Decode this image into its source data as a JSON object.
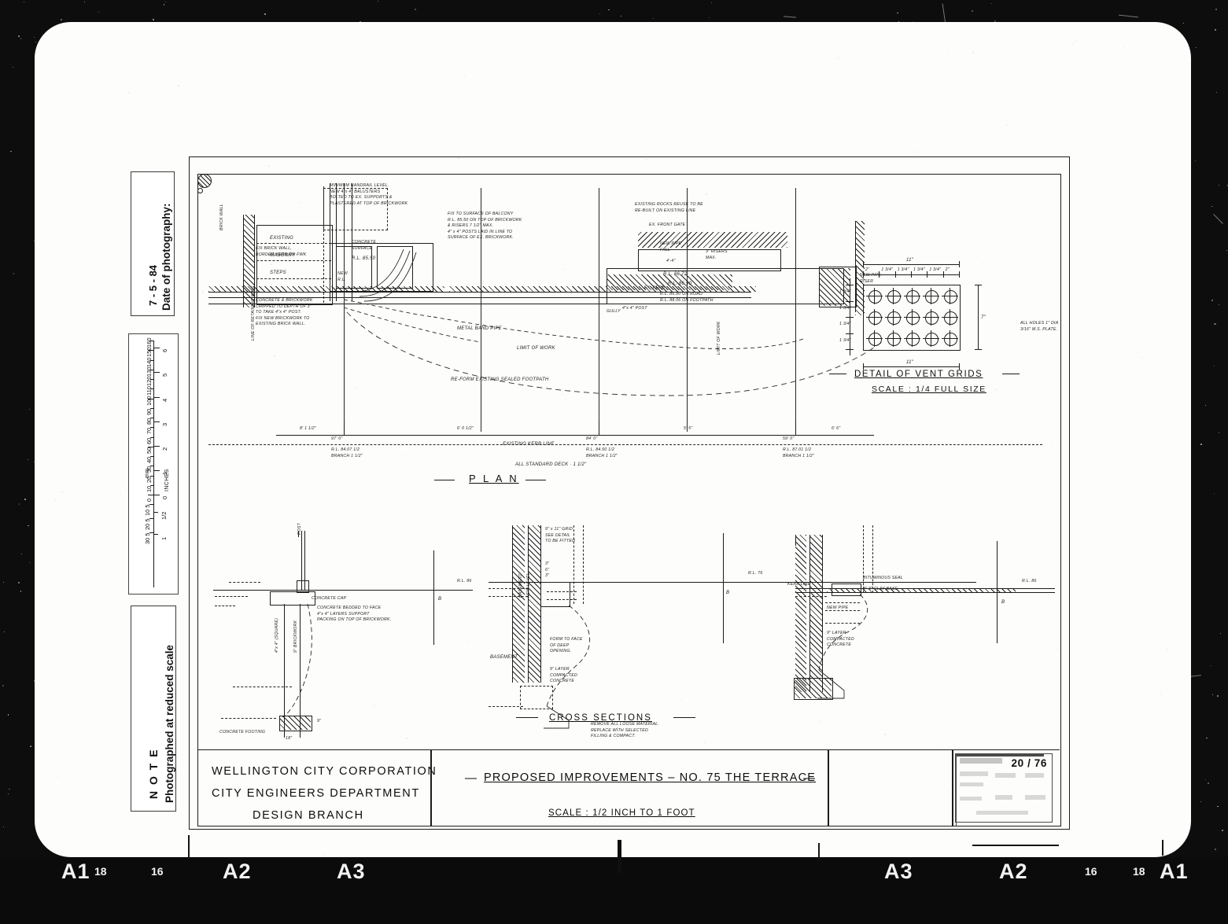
{
  "film": {
    "bottom_edge_labels_left": [
      {
        "text": "A1",
        "kind": "letter"
      },
      {
        "text": "18",
        "kind": "number"
      },
      {
        "text": "16",
        "kind": "number"
      },
      {
        "text": "A2",
        "kind": "letter"
      },
      {
        "text": "A3",
        "kind": "letter"
      }
    ],
    "bottom_edge_labels_right": [
      {
        "text": "A3",
        "kind": "letter"
      },
      {
        "text": "A2",
        "kind": "letter"
      },
      {
        "text": "16",
        "kind": "number"
      },
      {
        "text": "18",
        "kind": "number"
      },
      {
        "text": "A1",
        "kind": "letter"
      }
    ]
  },
  "margin": {
    "photography_date_label": "Date of photography:",
    "photography_date_value": "7 - 5 - 84",
    "note_heading": "N O T E",
    "note_body": "Photographed at reduced scale"
  },
  "ruler": {
    "mm_unit_label": "mm",
    "inch_unit_label": "INCHES",
    "mm_ticks": [
      160,
      150,
      140,
      130,
      120,
      110,
      100,
      90,
      80,
      70,
      60,
      50,
      40,
      30,
      20,
      10,
      0
    ],
    "mm_negative_ticks": [
      "10 5",
      "20 5",
      "30 5"
    ],
    "inch_ticks": [
      6,
      5,
      4,
      3,
      2,
      1,
      0
    ],
    "inch_fraction_tick": "1/2",
    "inch_negative_tick": "1"
  },
  "title_block": {
    "authority_lines": [
      "WELLINGTON   CITY   CORPORATION",
      "CITY  ENGINEERS  DEPARTMENT",
      "DESIGN   BRANCH"
    ],
    "project_title": "PROPOSED   IMPROVEMENTS –  NO. 75   THE   TERRACE",
    "title_prefix_dash": "—",
    "title_suffix_dash": "—",
    "scale_note": "SCALE :  1/2  INCH   TO  1  FOOT",
    "drawing_number": "20 / 76"
  },
  "views": {
    "plan": {
      "caption": "P L A N"
    },
    "cross_sections": {
      "caption": "CROSS    SECTIONS"
    },
    "vent_detail": {
      "caption": "DETAIL   OF   VENT  GRIDS",
      "scale": "SCALE :  1/4  FULL  SIZE",
      "overall_width_dim": "11\"",
      "overall_height_dim": "7\"",
      "top_dims": [
        "2\"",
        "1 3/4\"",
        "1 3/4\"",
        "1 3/4\"",
        "1 3/4\"",
        "2\""
      ],
      "side_dims": [
        "1 3/4\"",
        "1 3/4\"",
        "1 3/4\"",
        "1 3/4\""
      ],
      "hole_note_line1": "ALL HOLES 1\" DIA",
      "hole_note_line2": "3/16\" M.S. PLATE.",
      "hole_rows": 3,
      "hole_cols": 5
    }
  },
  "plan_annotations": {
    "existing_steps": [
      "EXISTING",
      "MASONRY",
      "STEPS"
    ],
    "brick_wall_note": [
      "FIX BRICK WALL,",
      "BORDER KERB ON FWK"
    ],
    "benchmark_note": [
      "CONCRETE & BRICKWORK",
      "CHIPPED TO DEPTH OF 3\"",
      "TO TAKE 4\"x 4\" POST.",
      "FIX NEW BRICKWORK TO",
      "EXISTING BRICK WALL."
    ],
    "handrail_note": [
      "MINIMUM HANDRAIL LEVEL.",
      "NEW 4\"x 4\" BALUSTERS",
      "BOLTED TO EX. SUPPORTS &",
      "PLASTERED AT TOP OF BRICKWORK"
    ],
    "concrete_note": [
      "FIX TO SURFACE OF BALCONY",
      "R.L. 85.50 ON TOP OF BRICKWORK",
      "& RISERS 7 1/2\" MAX.",
      "4\" x 4\" POSTS LAID IN LINE TO",
      "SURFACE OF EX. BRICKWORK."
    ],
    "metal_pipe": [
      "METAL   BAND   PIPE"
    ],
    "limit_of_work": "LIMIT   OF   WORK",
    "footpath_note": "RE-FORM    EXISTING    SEALED    FOOTPATH",
    "front_gate": "EX. FRONT GATE",
    "step_note": [
      "REFORM EXISTING",
      "MASONRY STEPS"
    ],
    "rocks_note": [
      "EXISTING ROCKS REUSE TO BE",
      "RE-BUILT ON EXISTING LINE"
    ],
    "gully_note": "GULLY",
    "post_note": "4\"x 4\"  POST",
    "riser_note": [
      "3\" RISERS",
      "MAX."
    ],
    "pipe_note": [
      "NEW PIPE",
      "RISER"
    ],
    "fall_note": [
      "6\" PIPE",
      "NEW PIPE",
      "FALL"
    ],
    "dims_upper": [
      "8' 1 1/2\"",
      "6' 0 1/2\"",
      "5' 5\"",
      "6' 6\""
    ],
    "dims_stations": [
      {
        "pt": "97' 0\"",
        "rl": [
          "R.L. 84.07 1/2",
          "BRANCH 1 1/2\""
        ]
      },
      {
        "pt": "84' 0\"",
        "rl": [
          "R.L. 84.50 1/2",
          "BRANCH 1 1/2\""
        ]
      },
      {
        "pt": "59' 0\"",
        "rl": [
          "R.L. 87.01 1/2",
          "BRANCH 1 1/2\""
        ]
      }
    ],
    "existing_kerb_line": "EXISTING      KERB      LINE",
    "standard_note": "ALL   STANDARD   DECK  · 1 1/2\"",
    "rl_marks": [
      "R.L. 84.07",
      "R.L. 84.50",
      "R.L. 85.50",
      "R.L. 86.72",
      "R.L. 87.46"
    ]
  },
  "section_annotations": {
    "left": {
      "concrete_cap": "CONCRETE  CAP",
      "cap_note": [
        "CONCRETE BEDDED TO FACE",
        "4\"x 4\" LAYERS SUPPORT",
        "PACKING ON TOP OF BRICKWORK."
      ],
      "post_label": "4\"x 4\"  (SQUARE)",
      "brickwork_label": "9\"  BRICKWORK",
      "footing_label": "CONCRETE  FOOTING",
      "footing_dim": "18\"",
      "depth_dim": "9\"",
      "rl_right": "R.L. 86",
      "grade_mark": "B"
    },
    "middle": {
      "grid_note": [
        "9\" x 11\" GRID",
        "SEE DETAIL",
        "TO BE FITTED"
      ],
      "dims": [
        "3\"",
        "6\"",
        "3\""
      ],
      "cap_note": [
        "FORM TO FACE",
        "OF DEEP",
        "OPENING."
      ],
      "concrete_note": [
        "9\"  LAYER",
        "COMPACTED",
        "CONCRETE"
      ],
      "fill_note": [
        "REMOVE ALL LOOSE MATERIAL.",
        "REPLACE WITH SELECTED",
        "FILLING & COMPACT."
      ],
      "basement_label": "BASEMENT",
      "rl_right": "R.L. 76",
      "grade_mark": "B"
    },
    "right": {
      "bituminous_seal": "BITUMINOUS  SEAL",
      "base_note": "3\"  3\"  CLAY  BASE",
      "kerb_line": "KERB  LINE",
      "new_pipe": "NEW PIPE",
      "concrete_note": [
        "9\"  LAYER",
        "COMPACTED",
        "CONCRETE"
      ],
      "rl_right": "R.L. 86",
      "grade_mark": "B"
    }
  },
  "colors": {
    "film_black": "#0d0d0d",
    "paper_white": "#fdfdfb",
    "ink": "#1b1b1b"
  }
}
